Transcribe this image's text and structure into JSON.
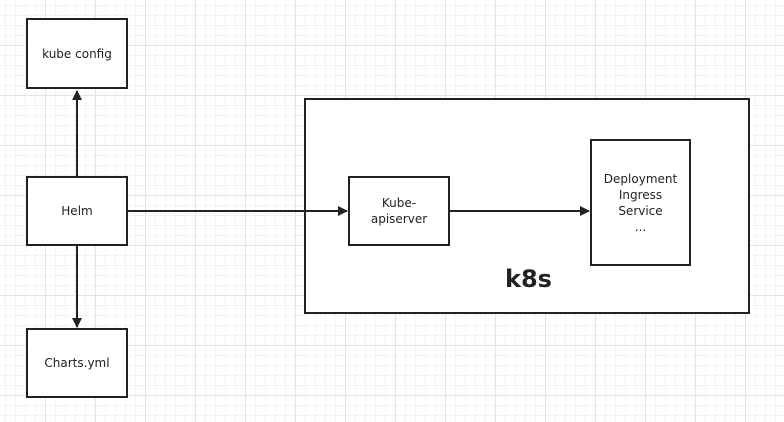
{
  "nodes": {
    "kube_config": "kube config",
    "helm": "Helm",
    "charts": "Charts.yml",
    "kube_apiserver": [
      "Kube-",
      "apiserver"
    ],
    "resources": [
      "Deployment",
      "Ingress",
      "Service",
      "..."
    ]
  },
  "cluster": {
    "label": "k8s"
  },
  "colors": {
    "stroke": "#222222",
    "grid": "#e4e4e4",
    "background": "#ffffff"
  }
}
